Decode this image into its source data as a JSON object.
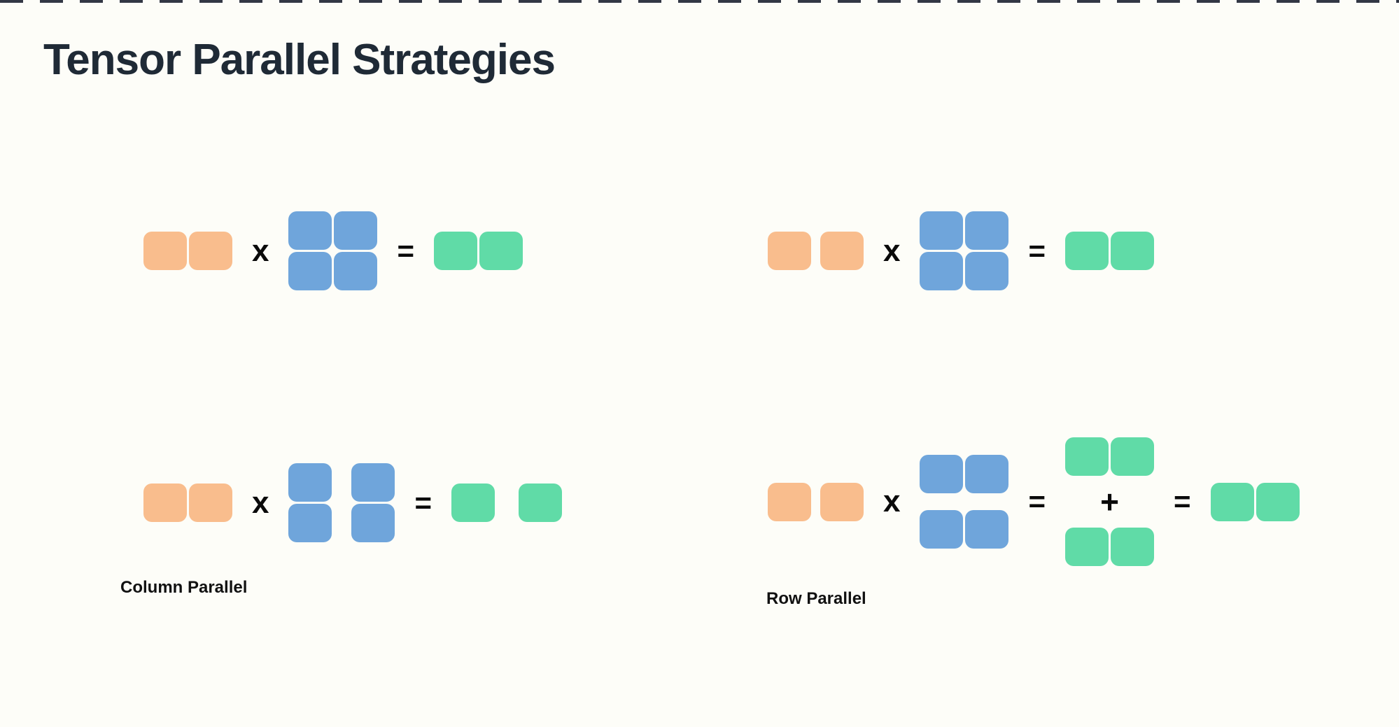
{
  "page": {
    "title": "Tensor Parallel Strategies"
  },
  "operators": {
    "times": "x",
    "equals": "=",
    "plus": "+"
  },
  "labels": {
    "column_parallel": "Column Parallel",
    "row_parallel": "Row Parallel"
  },
  "colors": {
    "background": "#FDFDF8",
    "title": "#1F2A36",
    "top_border_dash": "#333845",
    "input": "#F9BD8D",
    "weight": "#6FA5DB",
    "output": "#60DBA7",
    "operator": "#0A0A0A"
  },
  "diagrams": [
    {
      "id": "full-replicated-top-left",
      "equation": "input(1x2 contiguous) x weight(2x2 contiguous) = output(1x2 contiguous)"
    },
    {
      "id": "full-replicated-top-right",
      "equation": "input(1x2 split) x weight(2x2 contiguous) = output(1x2 contiguous)"
    },
    {
      "id": "column-parallel",
      "label": "Column Parallel",
      "equation": "input(1x2 contiguous) x weight(2x2 split by columns) = output(1x2 split)"
    },
    {
      "id": "row-parallel",
      "label": "Row Parallel",
      "equation": "input(1x2 split) x weight(2x2 split by rows) = partial(1x2) + partial(1x2) = output(1x2 contiguous)"
    }
  ]
}
